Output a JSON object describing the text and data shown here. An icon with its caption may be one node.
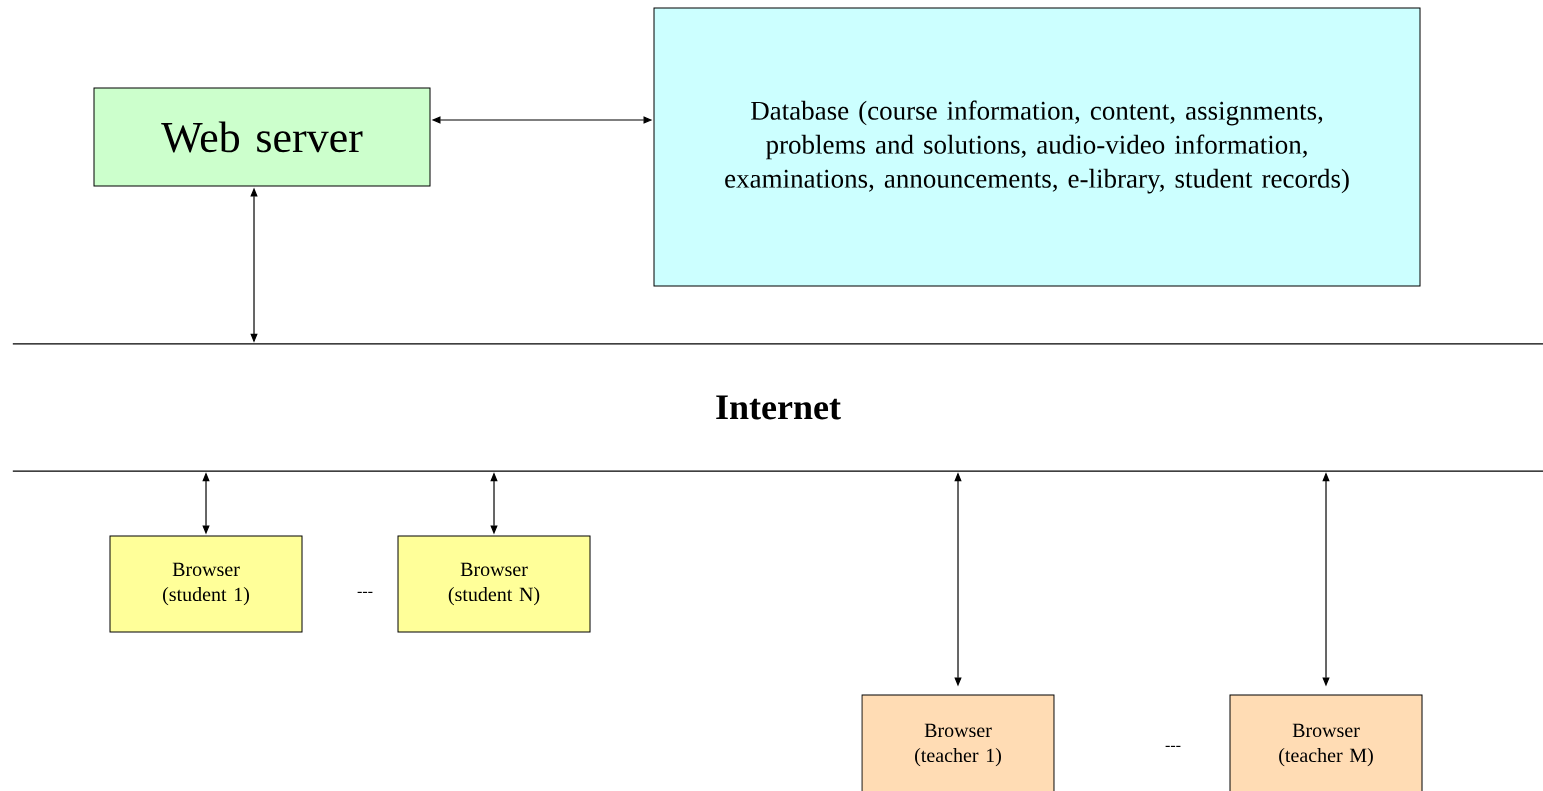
{
  "diagram": {
    "nodes": [
      {
        "text": [
          "Web server"
        ]
      },
      {
        "text": [
          "Database (course information, content, assignments, problems and solutions, audio-video information, examinations, announcements, e-library, student records)"
        ]
      },
      {
        "text": [
          "Internet"
        ]
      },
      {
        "text": [
          "Browser (student 1)"
        ]
      },
      {
        "text": [
          "Browser (student N)"
        ]
      },
      {
        "text": [
          "Browser (teacher 1)"
        ]
      },
      {
        "text": [
          "Browser (teacher M)"
        ]
      }
    ],
    "edges": [
      {
        "from": 0,
        "to": 1,
        "arrow": "both"
      },
      {
        "from": 0,
        "to": 2,
        "arrow": "both"
      },
      {
        "from": 2,
        "to": 3,
        "arrow": "both"
      },
      {
        "from": 2,
        "to": 4,
        "arrow": "both"
      },
      {
        "from": 2,
        "to": 5,
        "arrow": "both"
      },
      {
        "from": 2,
        "to": 6,
        "arrow": "both"
      }
    ],
    "labels": [
      "---",
      "---"
    ]
  }
}
